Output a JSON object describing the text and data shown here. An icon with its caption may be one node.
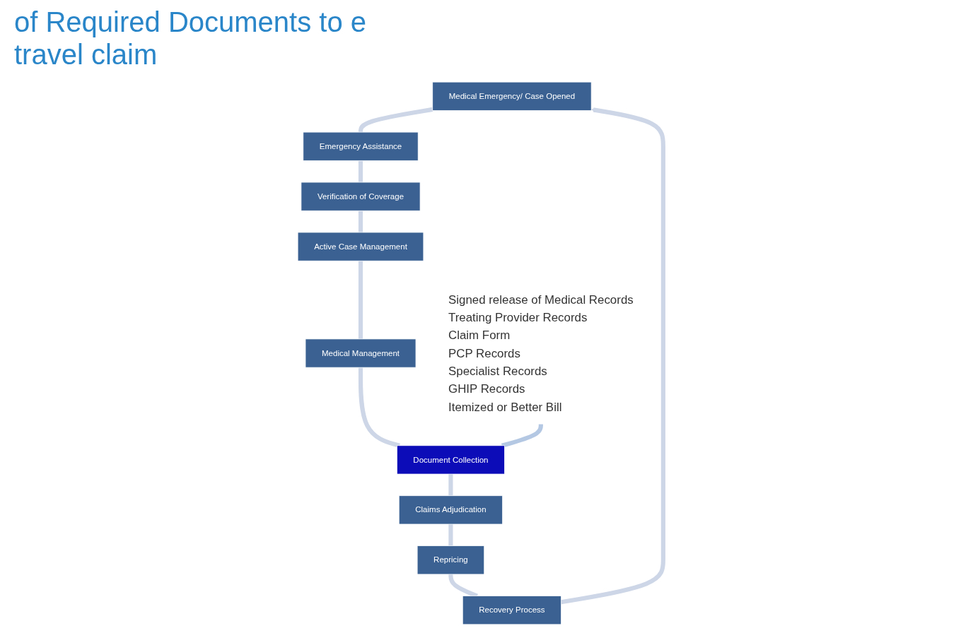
{
  "diagram": {
    "title": "of Required Documents to e travel claim",
    "nodes": [
      {
        "text": [
          "Medical Emergency/ Case Opened"
        ]
      },
      {
        "text": [
          "Emergency Assistance"
        ]
      },
      {
        "text": [
          "Verification of Coverage"
        ]
      },
      {
        "text": [
          "Active Case Management"
        ]
      },
      {
        "text": [
          "Medical Management"
        ]
      },
      {
        "text": [
          "Document Collection"
        ]
      },
      {
        "text": [
          "Claims Adjudication"
        ]
      },
      {
        "text": [
          "Repricing"
        ]
      },
      {
        "text": [
          "Recovery Process"
        ]
      },
      {
        "text": [
          "Signed release of Medical Records",
          "Treating Provider Records",
          "Claim Form",
          "PCP Records",
          "Specialist Records",
          "GHIP Records",
          "Itemized or Better Bill"
        ]
      }
    ],
    "edges": [
      {
        "from": 0,
        "to": 1,
        "arrow": "none"
      },
      {
        "from": 1,
        "to": 2,
        "arrow": "none"
      },
      {
        "from": 2,
        "to": 3,
        "arrow": "none"
      },
      {
        "from": 3,
        "to": 4,
        "arrow": "none"
      },
      {
        "from": 4,
        "to": 5,
        "arrow": "none"
      },
      {
        "from": 5,
        "to": 6,
        "arrow": "none"
      },
      {
        "from": 6,
        "to": 7,
        "arrow": "none"
      },
      {
        "from": 7,
        "to": 8,
        "arrow": "none"
      },
      {
        "from": 8,
        "to": 0,
        "arrow": "to"
      },
      {
        "from": 9,
        "to": 5,
        "arrow": "none",
        "color": "#b4c8e4"
      }
    ]
  }
}
